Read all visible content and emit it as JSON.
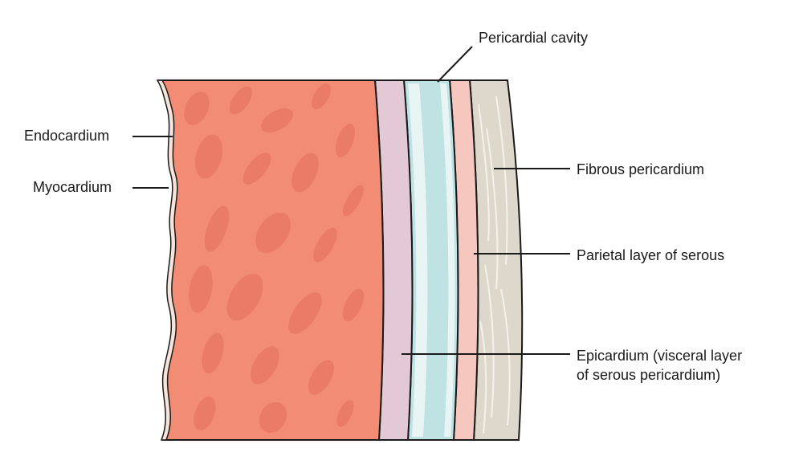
{
  "diagram": {
    "labels": {
      "endocardium": "Endocardium",
      "myocardium": "Myocardium",
      "pericardial_cavity": "Pericardial cavity",
      "fibrous_pericardium": "Fibrous pericardium",
      "parietal_layer": "Parietal layer of serous",
      "epicardium_line1": "Epicardium (visceral layer",
      "epicardium_line2": "of serous pericardium)"
    },
    "colors": {
      "myocardium": "#F28C75",
      "myocardium_blotch": "#EA7B66",
      "endocardium": "#F6E3DA",
      "epicardium": "#E2C9D5",
      "pericardial_cavity": "#BFE3E2",
      "cavity_highlight": "#E9F5F4",
      "parietal_layer": "#F5C7BF",
      "fibrous_pericardium": "#DDD8CB",
      "fibrous_streak": "#F3F1EA",
      "outline": "#1a1a1a"
    }
  }
}
